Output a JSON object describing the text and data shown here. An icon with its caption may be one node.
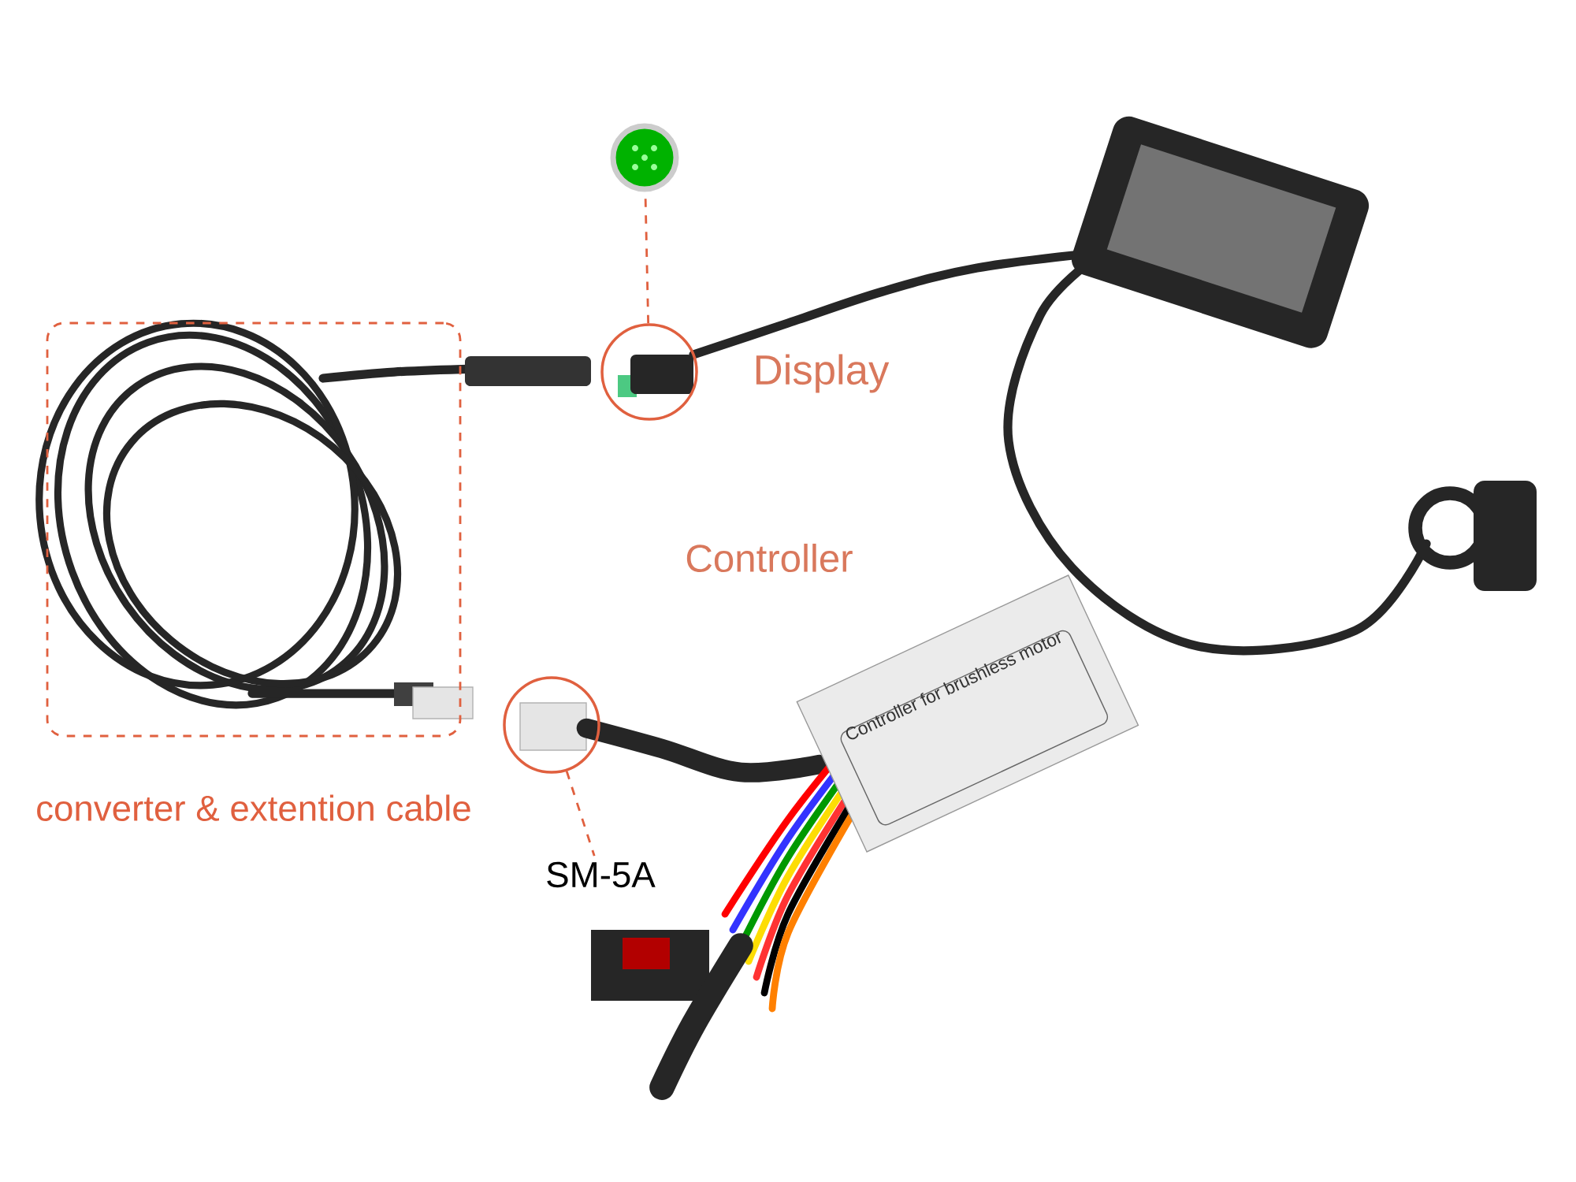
{
  "diagram": {
    "nodes": [
      {
        "text": [],
        "shape": "picture"
      },
      {
        "text": [],
        "shape": "circle"
      },
      {
        "text": [],
        "shape": "circle"
      },
      {
        "text": [
          "SM-5A"
        ]
      },
      {
        "text": [
          "converter & extention cable"
        ]
      }
    ],
    "edges": [
      {
        "from": 1,
        "to": 0,
        "arrow": "none",
        "style": "dashed"
      },
      {
        "from": 2,
        "to": 3,
        "arrow": "none",
        "style": "dashed"
      }
    ],
    "labels": [
      "Display",
      "Controller",
      "Controller for brushless motor"
    ]
  }
}
